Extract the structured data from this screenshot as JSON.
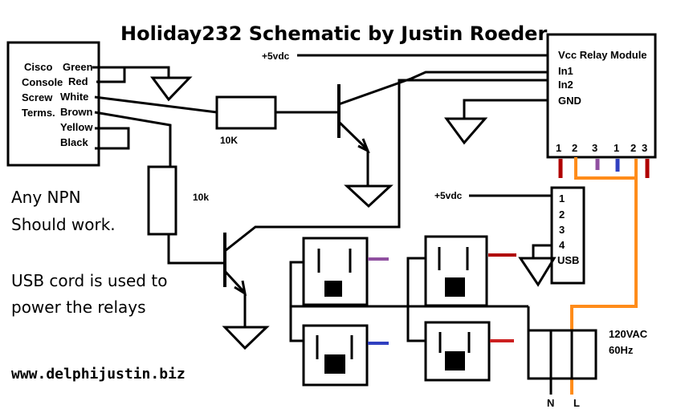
{
  "title": "Holiday232 Schematic by Justin Roeder",
  "console": {
    "name_lines": [
      "Cisco",
      "Console",
      "Screw",
      "Terms."
    ],
    "wires": [
      "Green",
      "Red",
      "White",
      "Brown",
      "Yellow",
      "Black"
    ]
  },
  "resistor_1": "10K",
  "resistor_2": "10k",
  "supply_top": "+5vdc",
  "supply_usb": "+5vdc",
  "relay_module": {
    "pins": [
      "Vcc Relay Module",
      "In1",
      "In2",
      "GND"
    ],
    "terminals": [
      "1",
      "2",
      "3",
      "1",
      "2",
      "3"
    ]
  },
  "usb": {
    "pins": [
      "1",
      "2",
      "3",
      "4"
    ],
    "label": "USB"
  },
  "mains": {
    "label_1": "120VAC",
    "label_2": "60Hz",
    "neutral": "N",
    "line": "L"
  },
  "notes": {
    "npn_1": "Any NPN",
    "npn_2": "Should work.",
    "usb_1": "USB cord is used to",
    "usb_2": "power the relays"
  },
  "url": "www.delphijustin.biz",
  "colors": {
    "ink": "#000000",
    "relay_red": "#b00000",
    "relay_purple": "#9050a0",
    "relay_blue": "#3040c0",
    "mains_orange": "#ff8c1a",
    "outlet_red": "#cc2020"
  }
}
